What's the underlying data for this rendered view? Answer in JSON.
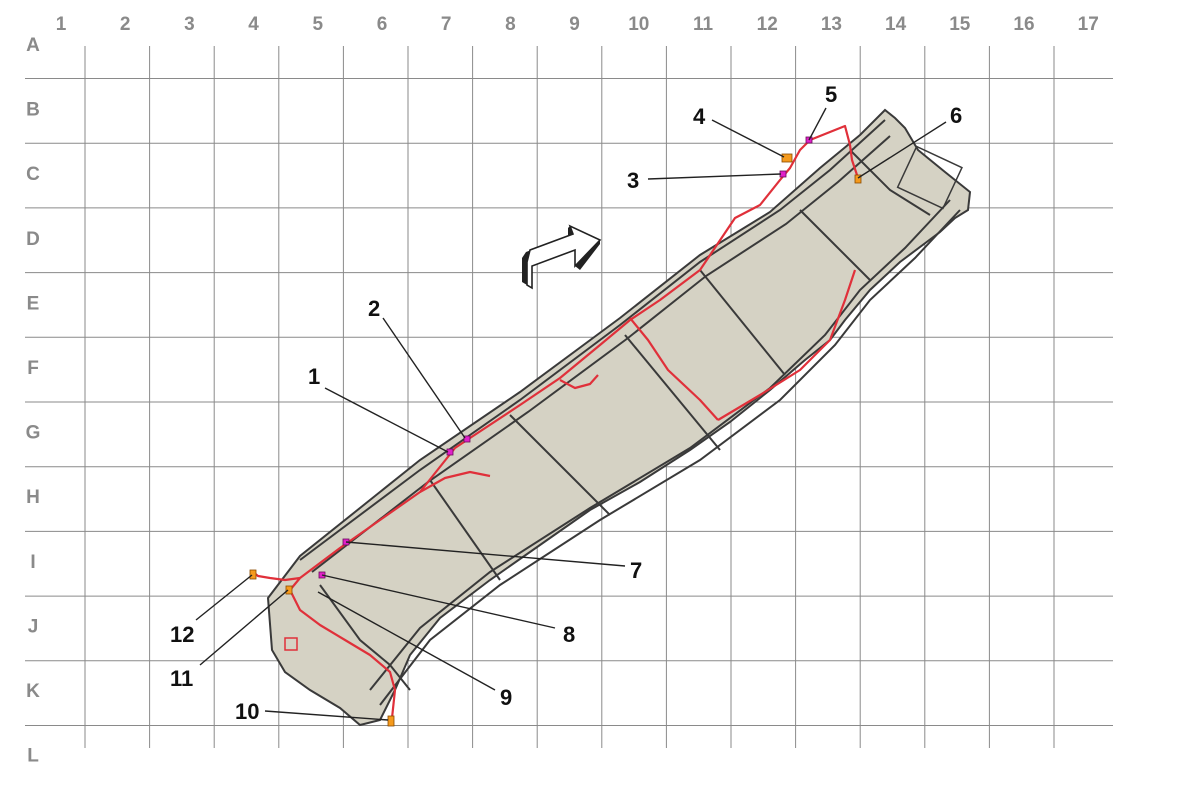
{
  "grid": {
    "columns": [
      "1",
      "2",
      "3",
      "4",
      "5",
      "6",
      "7",
      "8",
      "9",
      "10",
      "11",
      "12",
      "13",
      "14",
      "15",
      "16",
      "17"
    ],
    "rows": [
      "A",
      "B",
      "C",
      "D",
      "E",
      "F",
      "G",
      "H",
      "I",
      "J",
      "K",
      "L"
    ]
  },
  "callouts": [
    {
      "id": "1",
      "label": "1",
      "connector_color": "magenta"
    },
    {
      "id": "2",
      "label": "2",
      "connector_color": "magenta"
    },
    {
      "id": "3",
      "label": "3",
      "connector_color": "magenta"
    },
    {
      "id": "4",
      "label": "4",
      "connector_color": "orange"
    },
    {
      "id": "5",
      "label": "5",
      "connector_color": "magenta"
    },
    {
      "id": "6",
      "label": "6",
      "connector_color": "orange"
    },
    {
      "id": "7",
      "label": "7",
      "connector_color": "magenta"
    },
    {
      "id": "8",
      "label": "8",
      "connector_color": "magenta"
    },
    {
      "id": "9",
      "label": "9",
      "connector_color": "red"
    },
    {
      "id": "10",
      "label": "10",
      "connector_color": "orange"
    },
    {
      "id": "11",
      "label": "11",
      "connector_color": "orange"
    },
    {
      "id": "12",
      "label": "12",
      "connector_color": "orange"
    }
  ],
  "colors": {
    "grid": "#8a8a8a",
    "frame_fill": "#d5d2c4",
    "frame_stroke": "#3a3a3a",
    "harness": "#e0303a",
    "connector_magenta": "#e020c8",
    "connector_orange": "#f59a1c"
  },
  "icons": {
    "direction_arrow": "forward-direction-arrow-icon"
  }
}
